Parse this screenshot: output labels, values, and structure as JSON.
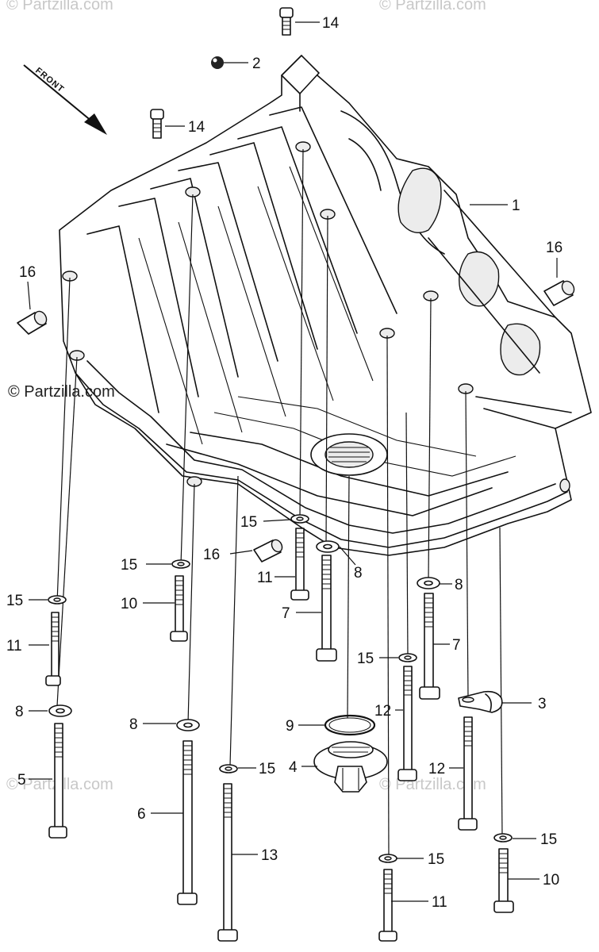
{
  "watermarks": {
    "main": "© Partzilla.com",
    "faded": "© Partzilla.com"
  },
  "front_label": "FRONT",
  "callouts": {
    "c1": "1",
    "c2": "2",
    "c3": "3",
    "c4": "4",
    "c5": "5",
    "c6": "6",
    "c7a": "7",
    "c7b": "7",
    "c8a": "8",
    "c8b": "8",
    "c8c": "8",
    "c8d": "8",
    "c9": "9",
    "c10a": "10",
    "c10b": "10",
    "c11a": "11",
    "c11b": "11",
    "c11c": "11",
    "c12a": "12",
    "c12b": "12",
    "c13": "13",
    "c14a": "14",
    "c14b": "14",
    "c15a": "15",
    "c15b": "15",
    "c15c": "15",
    "c15d": "15",
    "c15e": "15",
    "c15f": "15",
    "c15g": "15",
    "c16a": "16",
    "c16b": "16",
    "c16c": "16"
  }
}
